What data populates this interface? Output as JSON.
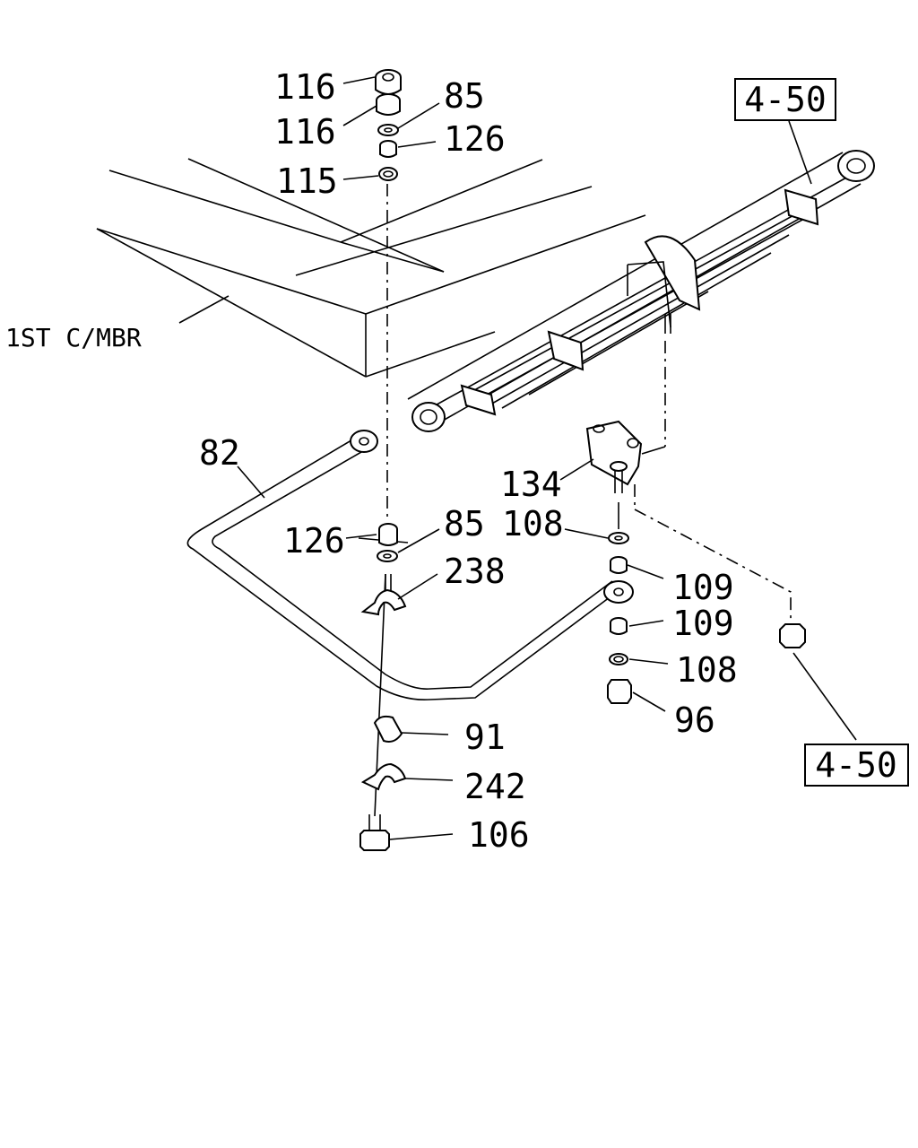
{
  "callouts": {
    "c116a": "116",
    "c116b": "116",
    "c85a": "85",
    "c126a": "126",
    "c115": "115",
    "c82": "82",
    "c126b": "126",
    "c85b": "85",
    "c238": "238",
    "c134": "134",
    "c108a": "108",
    "c109a": "109",
    "c109b": "109",
    "c108b": "108",
    "c96": "96",
    "c91": "91",
    "c242": "242",
    "c106": "106",
    "member": "1ST C/MBR"
  },
  "refs": {
    "top": "4-50",
    "bottom": "4-50"
  }
}
